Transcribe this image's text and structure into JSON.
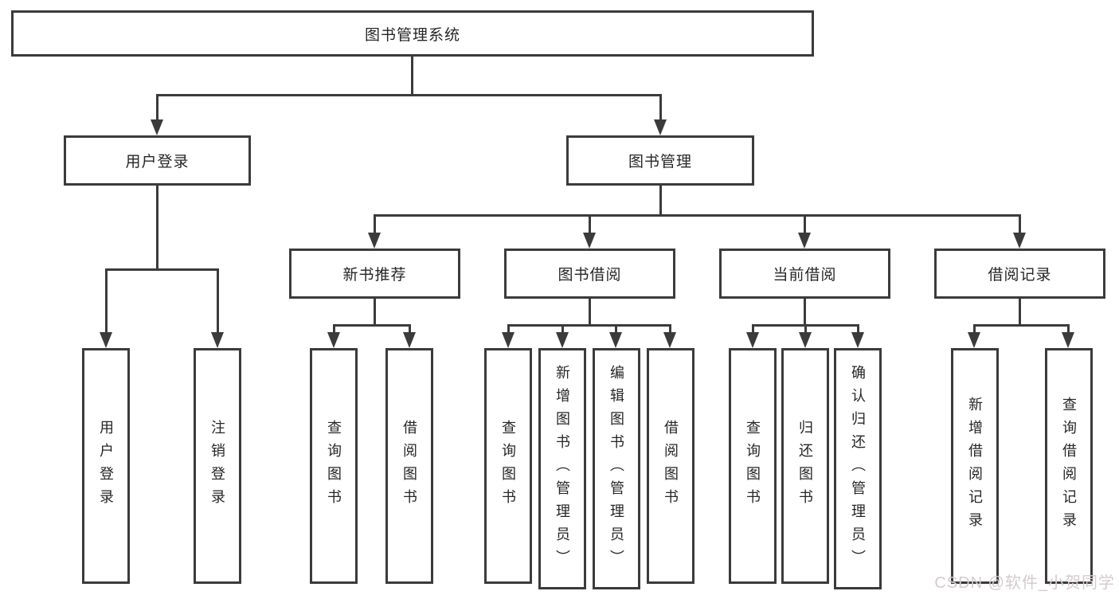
{
  "tree": {
    "root": "图书管理系统",
    "children": [
      {
        "label": "用户登录",
        "leaves": [
          "用户登录",
          "注销登录"
        ]
      },
      {
        "label": "图书管理",
        "children": [
          {
            "label": "新书推荐",
            "leaves": [
              "查询图书",
              "借阅图书"
            ]
          },
          {
            "label": "图书借阅",
            "leaves": [
              "查询图书",
              "新增图书（管理员）",
              "编辑图书（管理员）",
              "借阅图书"
            ]
          },
          {
            "label": "当前借阅",
            "leaves": [
              "查询图书",
              "归还图书",
              "确认归还（管理员）"
            ]
          },
          {
            "label": "借阅记录",
            "leaves": [
              "新增借阅记录",
              "查询借阅记录"
            ]
          }
        ]
      }
    ]
  },
  "watermark": {
    "text": "CSDN @软件_小贺同学",
    "color": "#d5cbcc"
  },
  "colors": {
    "line": "#3b3b3b",
    "text": "#262626",
    "background": "#ffffff"
  }
}
